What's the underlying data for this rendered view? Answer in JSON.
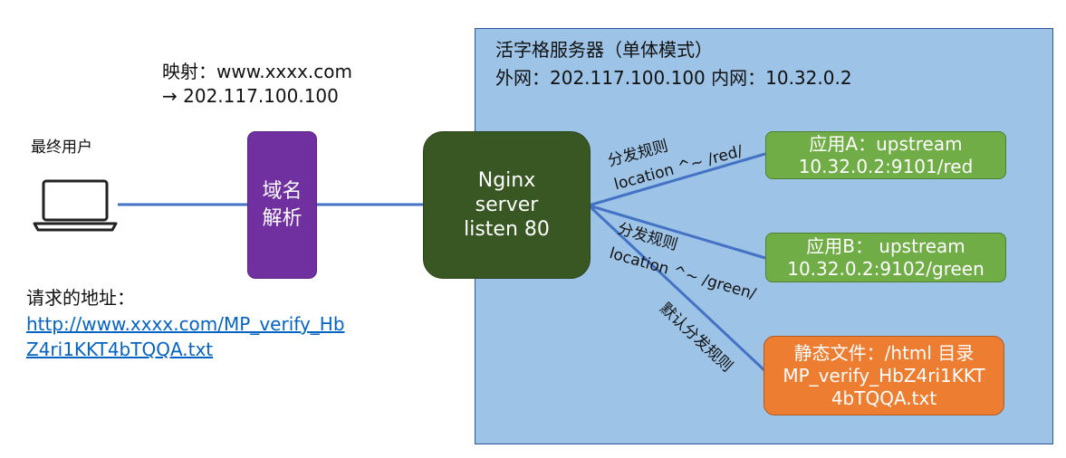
{
  "mapping": {
    "line1": "映射：www.xxxx.com",
    "line2": "→ 202.117.100.100"
  },
  "user": {
    "label": "最终用户"
  },
  "request": {
    "label": "请求的地址：",
    "url_line1": "http://www.xxxx.com/MP_verify_Hb",
    "url_line2": "Z4ri1KKT4bTQQA.txt"
  },
  "dns": {
    "line1": "域名",
    "line2": "解析"
  },
  "server": {
    "title": "活字格服务器（单体模式）",
    "network": "外网：202.117.100.100 内网：10.32.0.2"
  },
  "nginx": {
    "line1": "Nginx",
    "line2": "server",
    "line3": "listen 80"
  },
  "routes": {
    "red": {
      "line1": "分发规则",
      "line2": "location ^~ /red/"
    },
    "green": {
      "line1": "分发规则",
      "line2": "location ^~ /green/"
    },
    "default": {
      "label": "默认分发规则"
    }
  },
  "apps": {
    "a": {
      "line1": "应用A：upstream",
      "line2": "10.32.0.2:9101/red"
    },
    "b": {
      "line1": "应用B： upstream",
      "line2": "10.32.0.2:9102/green"
    }
  },
  "static": {
    "line1": "静态文件：/html 目录",
    "line2": "MP_verify_HbZ4ri1KKT",
    "line3": "4bTQQA.txt"
  },
  "colors": {
    "connector": "#4472c4",
    "server_panel": "#9dc3e6",
    "dns": "#7030a0",
    "nginx": "#385723",
    "app": "#70ad47",
    "static": "#ed7d31",
    "link": "#0563c1"
  },
  "icons": {
    "user": "laptop-icon"
  }
}
